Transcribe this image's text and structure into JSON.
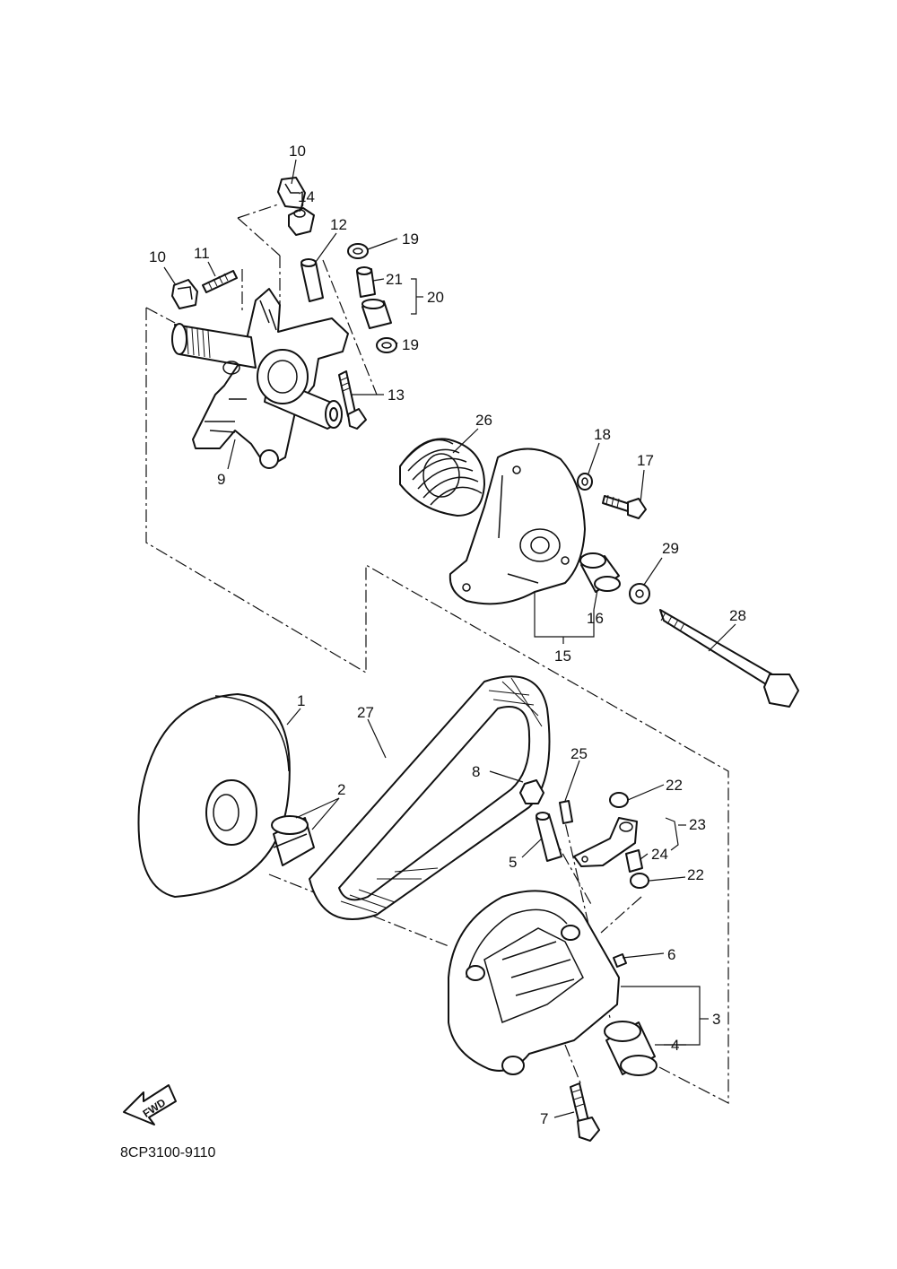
{
  "diagram": {
    "part_code": "8CP3100-9110",
    "forward_label": "FWD",
    "callouts": {
      "c1": "1",
      "c2": "2",
      "c3": "3",
      "c4": "4",
      "c5": "5",
      "c6": "6",
      "c7": "7",
      "c8": "8",
      "c9": "9",
      "c10a": "10",
      "c10b": "10",
      "c11": "11",
      "c12": "12",
      "c13": "13",
      "c14": "14",
      "c15": "15",
      "c16": "16",
      "c17": "17",
      "c18": "18",
      "c19a": "19",
      "c19b": "19",
      "c20": "20",
      "c21": "21",
      "c22a": "22",
      "c22b": "22",
      "c23": "23",
      "c24": "24",
      "c25": "25",
      "c26": "26",
      "c27": "27",
      "c28": "28",
      "c29": "29"
    }
  }
}
